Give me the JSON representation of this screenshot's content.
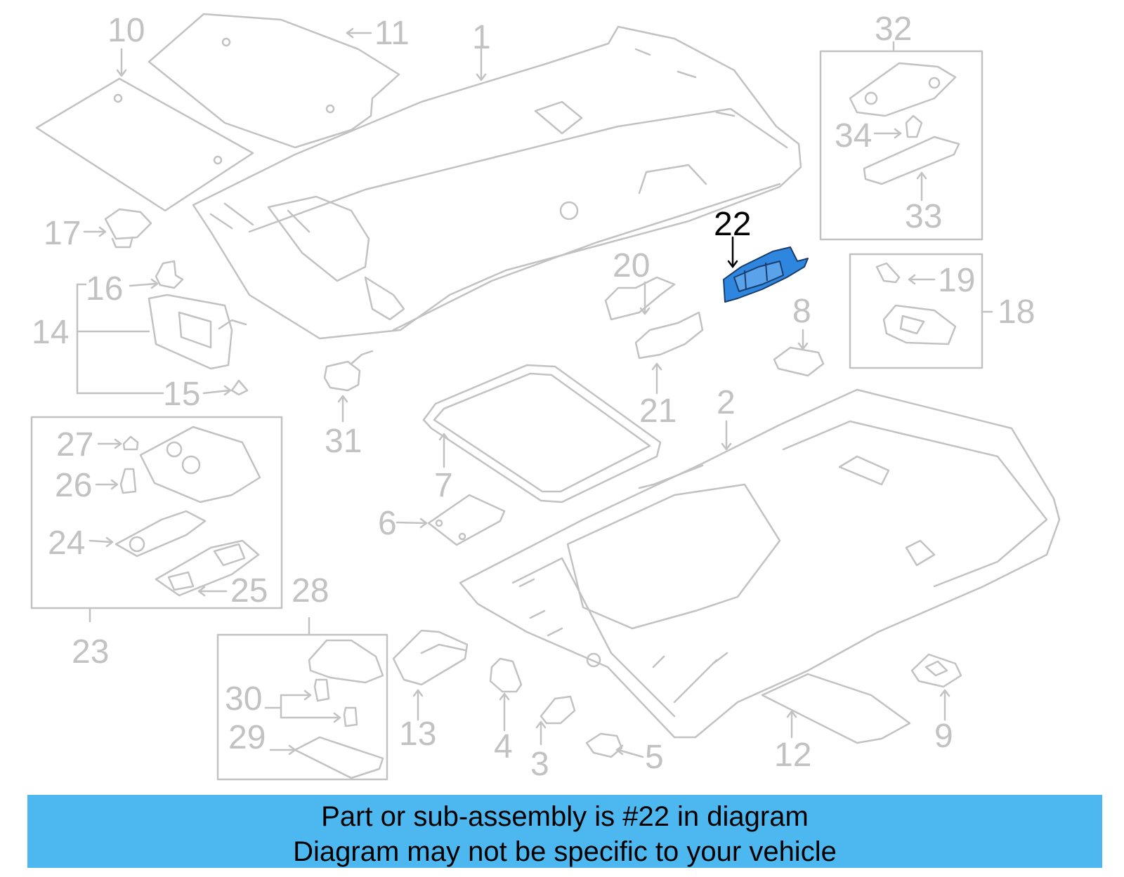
{
  "colors": {
    "line": "#c2c2c2",
    "highlight_part": "#2e86de",
    "highlight_text": "#000000",
    "banner_bg": "#4db8f0"
  },
  "callouts": {
    "c1": "1",
    "c2": "2",
    "c3": "3",
    "c4": "4",
    "c5": "5",
    "c6": "6",
    "c7": "7",
    "c8": "8",
    "c9": "9",
    "c10": "10",
    "c11": "11",
    "c12": "12",
    "c13": "13",
    "c14": "14",
    "c15": "15",
    "c16": "16",
    "c17": "17",
    "c18": "18",
    "c19": "19",
    "c20": "20",
    "c21": "21",
    "c22": "22",
    "c23": "23",
    "c24": "24",
    "c25": "25",
    "c26": "26",
    "c27": "27",
    "c28": "28",
    "c29": "29",
    "c30": "30",
    "c31": "31",
    "c32": "32",
    "c33": "33",
    "c34": "34"
  },
  "highlighted_part": "22",
  "banner": {
    "line1": "Part or sub-assembly is #22 in diagram",
    "line2": "Diagram may not be specific to your vehicle"
  }
}
